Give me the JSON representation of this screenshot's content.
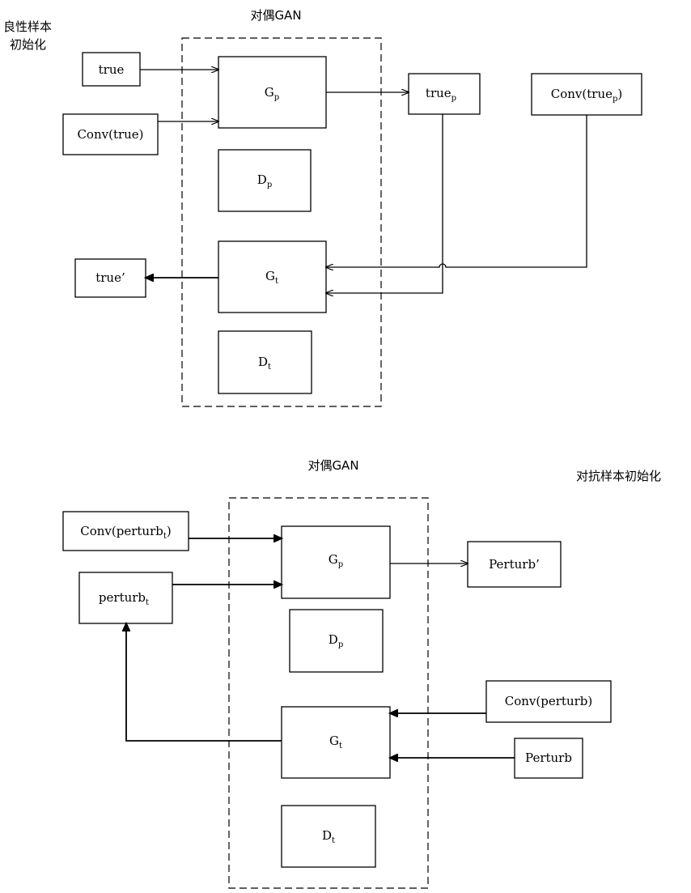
{
  "top": {
    "gan_title": "对偶GAN",
    "init_label_line1": "良性样本",
    "init_label_line2": "初始化",
    "true": "true",
    "conv_true": "Conv(true)",
    "gp_main": "G",
    "gp_sub": "p",
    "dp_main": "D",
    "dp_sub": "p",
    "gt_main": "G",
    "gt_sub": "t",
    "dt_main": "D",
    "dt_sub": "t",
    "true_p_main": "true",
    "true_p_sub": "p",
    "conv_true_p_prefix": "Conv(true",
    "conv_true_p_sub": "p",
    "conv_true_p_suffix": ")",
    "true_prime": "true’"
  },
  "bottom": {
    "gan_title": "对偶GAN",
    "init_label": "对抗样本初始化",
    "conv_perturb_t_prefix": "Conv(perturb",
    "conv_perturb_t_sub": "t",
    "conv_perturb_t_suffix": ")",
    "perturb_t_main": "perturb",
    "perturb_t_sub": "t",
    "gp_main": "G",
    "gp_sub": "p",
    "dp_main": "D",
    "dp_sub": "p",
    "gt_main": "G",
    "gt_sub": "t",
    "dt_main": "D",
    "dt_sub": "t",
    "perturb_prime": "Perturb’",
    "conv_perturb": "Conv(perturb)",
    "perturb": "Perturb"
  }
}
